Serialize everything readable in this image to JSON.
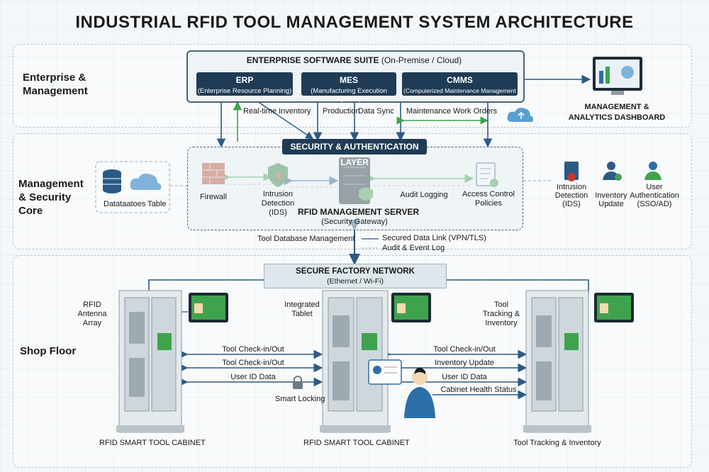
{
  "title": "INDUSTRIAL RFID TOOL MANAGEMENT SYSTEM ARCHITECTURE",
  "bands": {
    "enterprise": "Enterprise & Management",
    "core": "Management & Security Core",
    "shop": "Shop Floor"
  },
  "suite": {
    "title_bold": "ENTERPRISE SOFTWARE SUITE",
    "title_rest": " (On-Premise / Cloud)",
    "modules": [
      {
        "name": "ERP",
        "sub": "(Enterprise Resource Planning)"
      },
      {
        "name": "MES",
        "sub": "(Manufacturing Execution System)"
      },
      {
        "name": "CMMS",
        "sub": "(Computerized Maintenance Management System)"
      }
    ]
  },
  "dashboard": "MANAGEMENT & ANALYTICS DASHBOARD",
  "flows": {
    "inventory": "Real-time Inventory",
    "production": "Production",
    "sync": "Data Sync",
    "maintenance": "Maintenance Work Orders"
  },
  "security": {
    "layer": "SECURITY & AUTHENTICATION LAYER",
    "firewall": "Firewall",
    "ids": "Intrusion Detection (IDS)",
    "audit": "Audit Logging",
    "access": "Access Control Policies",
    "server": "RFID MANAGEMENT SERVER",
    "server_sub": "(Security Gateway)"
  },
  "database": "Datataatoes Table",
  "right_items": [
    {
      "label": "Intrusion Detection (IDS)",
      "icon": "server-alert-icon"
    },
    {
      "label": "Inventory Update",
      "icon": "user-icon"
    },
    {
      "label": "User Authentication (SSO/AD)",
      "icon": "user-icon"
    }
  ],
  "links": {
    "tooldb": "Tool Database Management",
    "secured": "Secured Data Link (VPN/TLS)",
    "audit": "Audit & Event Log"
  },
  "network": {
    "title": "SECURE FACTORY NETWORK",
    "sub": "(Ethernet / Wi-Fi)"
  },
  "shop": {
    "antenna": "RFID Antenna Array",
    "tablet": "Integrated Tablet",
    "tracking_top": "Tool Tracking & Inventory",
    "left_arrows": [
      "Tool Check-in/Out",
      "Tool Check-in/Out",
      "User ID Data"
    ],
    "right_arrows": [
      "Tool Check-in/Out",
      "Inventory Update",
      "User ID Data",
      "Cabinet Health Status"
    ],
    "smart_locking": "Smart Locking",
    "cab1": "RFID SMART TOOL CABINET",
    "cab2": "RFID SMART TOOL CABINET",
    "cab3": "Tool Tracking & Inventory"
  },
  "colors": {
    "navy": "#1f3b55",
    "accent": "#2b6fa8",
    "green": "#3fa34d",
    "red": "#c0392b"
  }
}
